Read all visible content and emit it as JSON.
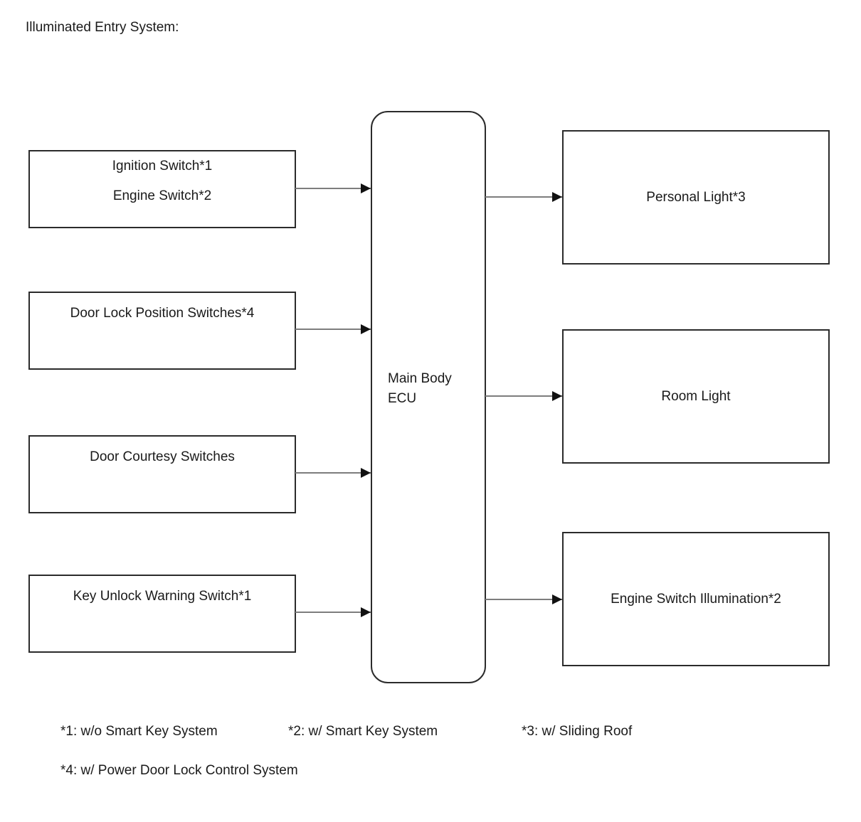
{
  "title": "Illuminated Entry System:",
  "ecu": {
    "line1": "Main Body",
    "line2": "ECU"
  },
  "inputs": [
    {
      "lines": [
        "Ignition Switch*1",
        "Engine Switch*2"
      ]
    },
    {
      "lines": [
        "Door Lock Position Switches*4"
      ]
    },
    {
      "lines": [
        "Door Courtesy Switches"
      ]
    },
    {
      "lines": [
        "Key Unlock Warning Switch*1"
      ]
    }
  ],
  "outputs": [
    {
      "label": "Personal Light*3"
    },
    {
      "label": "Room Light"
    },
    {
      "label": "Engine Switch Illumination*2"
    }
  ],
  "footnotes": [
    "*1: w/o Smart Key System",
    "*2: w/ Smart Key System",
    "*3: w/ Sliding Roof",
    "*4: w/ Power Door Lock Control System"
  ],
  "connections": [
    {
      "from": "Ignition Switch / Engine Switch",
      "to": "Main Body ECU"
    },
    {
      "from": "Door Lock Position Switches",
      "to": "Main Body ECU"
    },
    {
      "from": "Door Courtesy Switches",
      "to": "Main Body ECU"
    },
    {
      "from": "Key Unlock Warning Switch",
      "to": "Main Body ECU"
    },
    {
      "from": "Main Body ECU",
      "to": "Personal Light"
    },
    {
      "from": "Main Body ECU",
      "to": "Room Light"
    },
    {
      "from": "Main Body ECU",
      "to": "Engine Switch Illumination"
    }
  ],
  "colors": {
    "box_border": "#2b2b2b",
    "connector_line": "#7d7d7d",
    "arrowhead": "#111111",
    "text": "#1a1a1a",
    "background": "#ffffff"
  }
}
